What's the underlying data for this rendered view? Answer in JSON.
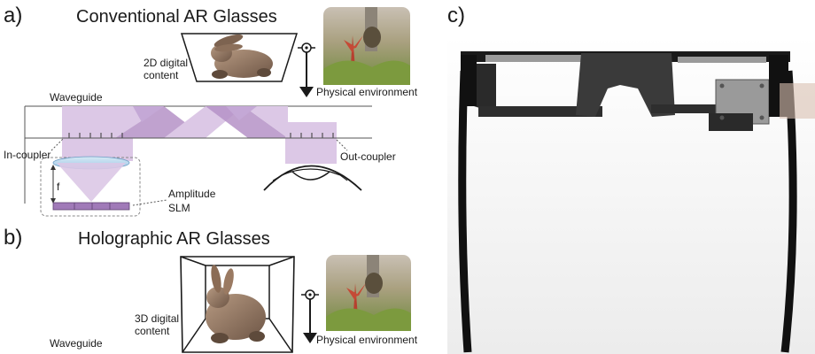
{
  "panels": {
    "a": {
      "letter": "a)",
      "title": "Conventional AR Glasses",
      "content_label_line1": "2D digital",
      "content_label_line2": "content",
      "environment_label": "Physical environment",
      "waveguide_label": "Waveguide",
      "in_coupler_label": "In-coupler",
      "out_coupler_label": "Out-coupler",
      "focal_label": "f",
      "slm_label_line1": "Amplitude",
      "slm_label_line2": "SLM"
    },
    "b": {
      "letter": "b)",
      "title": "Holographic AR Glasses",
      "content_label_line1": "3D digital",
      "content_label_line2": "content",
      "environment_label": "Physical environment",
      "waveguide_label": "Waveguide"
    },
    "c": {
      "letter": "c)"
    }
  },
  "colors": {
    "light_purple": "#dcc8e6",
    "dark_purple": "#b592c7",
    "slm_purple": "#a07ab8",
    "lens_blue": "#b7d6ec",
    "frame_black": "#111111",
    "metal_grey": "#8a8a8a"
  }
}
